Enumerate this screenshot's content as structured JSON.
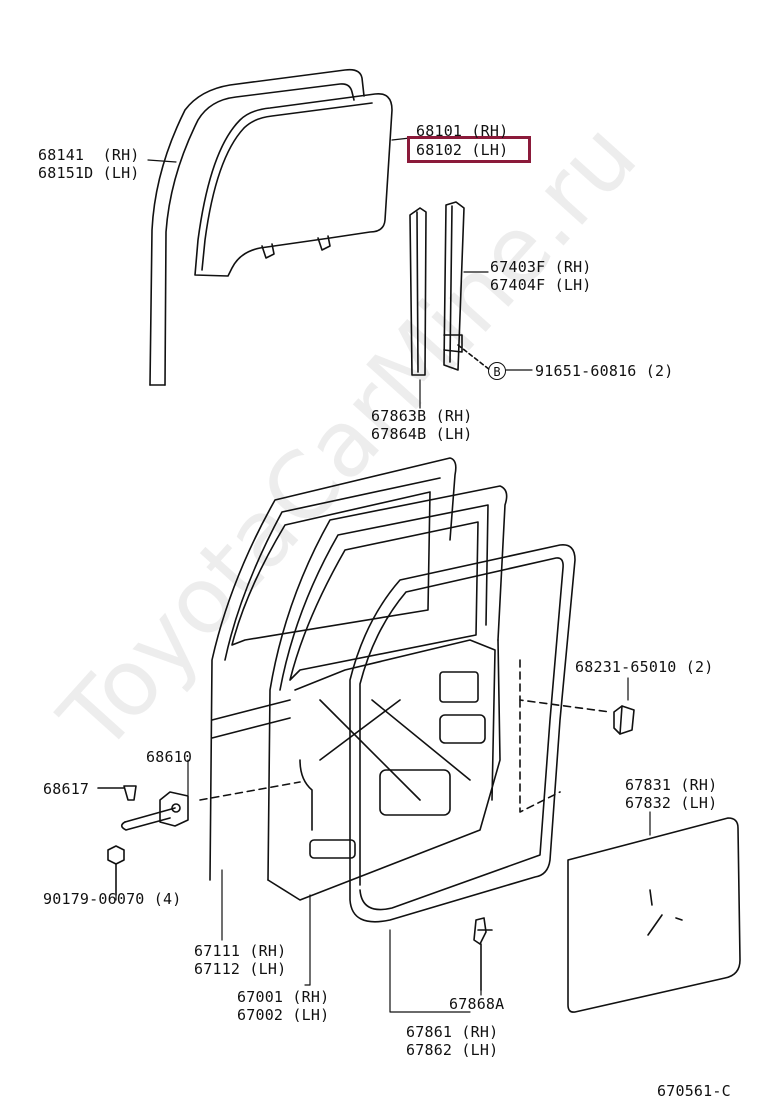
{
  "watermark": "ToyotaCarMine.ru",
  "highlight_color": "#8b1a3a",
  "bolt_marker": "B",
  "diagram_code": "670561-C",
  "parts": {
    "p68141": "68141  (RH)",
    "p68151D": "68151D (LH)",
    "p68101": "68101 (RH)",
    "p68102": "68102 (LH)",
    "p67403F": "67403F (RH)",
    "p67404F": "67404F (LH)",
    "p91651": "91651-60816 (2)",
    "p67863B": "67863B (RH)",
    "p67864B": "67864B (LH)",
    "p68231": "68231-65010 (2)",
    "p68610": "68610",
    "p68617": "68617",
    "p67831": "67831 (RH)",
    "p67832": "67832 (LH)",
    "p90179": "90179-06070 (4)",
    "p67111": "67111 (RH)",
    "p67112": "67112 (LH)",
    "p67001": "67001 (RH)",
    "p67002": "67002 (LH)",
    "p67868A": "67868A",
    "p67861": "67861 (RH)",
    "p67862": "67862 (LH)"
  }
}
